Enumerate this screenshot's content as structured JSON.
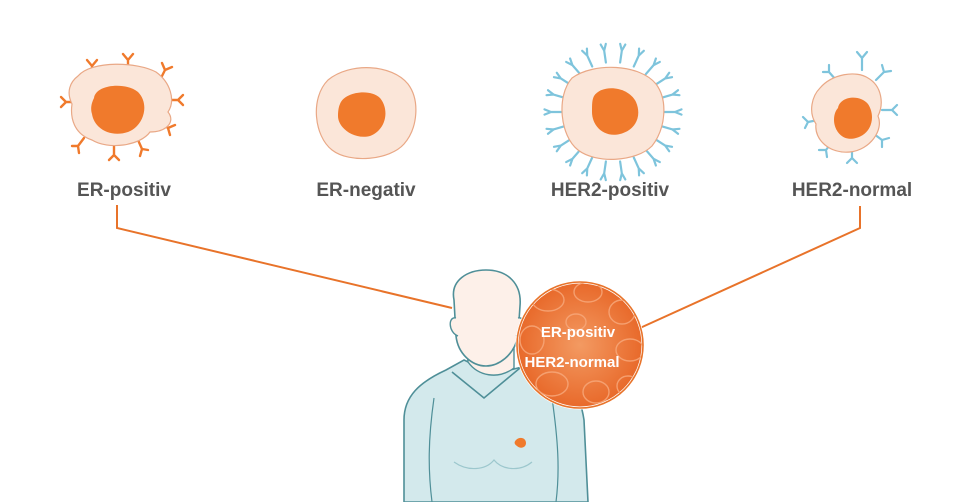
{
  "cells": [
    {
      "id": "er-positive",
      "label": "ER-positiv",
      "receptor_color": "#f07a2c"
    },
    {
      "id": "er-negative",
      "label": "ER-negativ",
      "receptor_color": null
    },
    {
      "id": "her2-positive",
      "label": "HER2-positiv",
      "receptor_color": "#7ec4dc"
    },
    {
      "id": "her2-normal",
      "label": "HER2-normal",
      "receptor_color": "#7ec4dc"
    }
  ],
  "tumor": {
    "line1": "ER-positiv",
    "line2": "HER2-normal"
  },
  "colors": {
    "cell_fill": "#fbe6d9",
    "cell_stroke": "#e9a886",
    "nucleus": "#f07a2c",
    "connector": "#e8732a",
    "gown_fill": "#d3e9ec",
    "gown_stroke": "#4f8f98",
    "skin_fill": "#fdf0e9",
    "tumor_fill": "#f0884a"
  }
}
